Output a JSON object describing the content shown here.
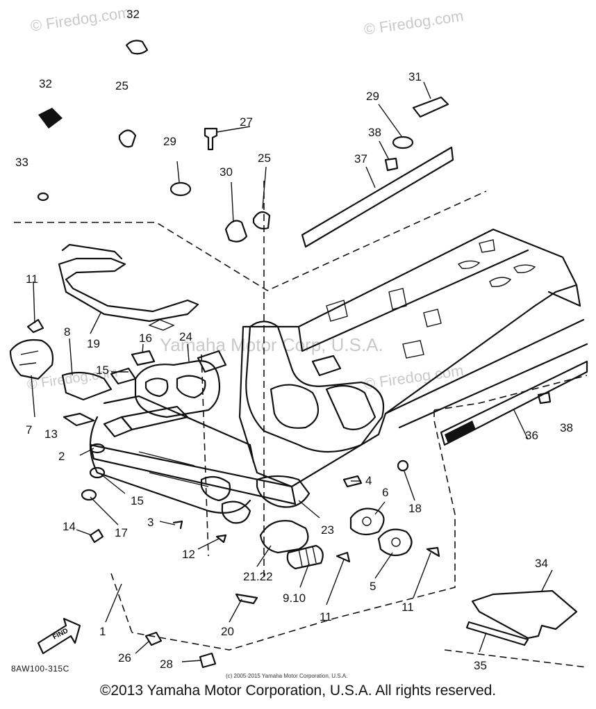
{
  "watermarks": {
    "top_left": "© Firedog.com",
    "top_right": "© Firedog.com",
    "center": "Yamaha Motor Corp, U.S.A.",
    "center_right": "© Firedog.com",
    "mid_left": "© Firedog.com"
  },
  "diagram_code": "8AW100-315C",
  "small_copyright": "(c) 2005-2015 Yamaha Motor Corporation, U.S.A.",
  "footer_copyright": "©2013 Yamaha Motor Corporation, U.S.A. All rights reserved.",
  "find_arrow_label": "FIND",
  "callouts": {
    "c1": "1",
    "c2": "2",
    "c3": "3",
    "c4": "4",
    "c5": "5",
    "c6": "6",
    "c7": "7",
    "c8": "8",
    "c9_10": "9.10",
    "c11a": "11",
    "c11b": "11",
    "c11c": "11",
    "c12": "12",
    "c13": "13",
    "c14": "14",
    "c15a": "15",
    "c15b": "15",
    "c16": "16",
    "c17": "17",
    "c18": "18",
    "c19": "19",
    "c20": "20",
    "c21_22": "21.22",
    "c23": "23",
    "c24": "24",
    "c25a": "25",
    "c25b": "25",
    "c26": "26",
    "c27": "27",
    "c28": "28",
    "c29a": "29",
    "c29b": "29",
    "c30": "30",
    "c31": "31",
    "c32a": "32",
    "c32b": "32",
    "c33": "33",
    "c34": "34",
    "c35": "35",
    "c36": "36",
    "c37": "37",
    "c38a": "38",
    "c38b": "38"
  }
}
